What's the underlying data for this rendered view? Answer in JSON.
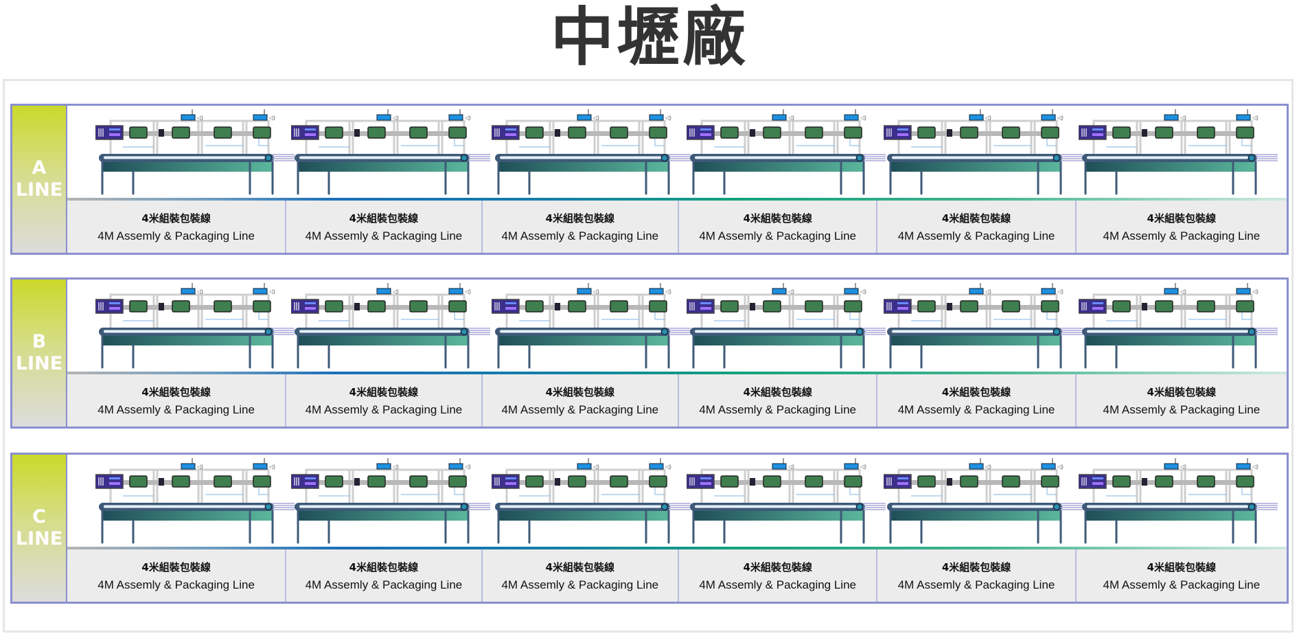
{
  "title": "中壢廠",
  "colors": {
    "panel_border": "#8a8fcf",
    "label_top": "#cbd92a",
    "cell_bg": "#ececec"
  },
  "lines": [
    {
      "letter": "A",
      "word": "LINE",
      "cells": [
        {
          "zh": "4米組裝包裝線",
          "en": "4M Assemly & Packaging Line"
        },
        {
          "zh": "4米組裝包裝線",
          "en": "4M Assemly & Packaging Line"
        },
        {
          "zh": "4米組裝包裝線",
          "en": "4M Assemly & Packaging Line"
        },
        {
          "zh": "4米組裝包裝線",
          "en": "4M Assemly & Packaging Line"
        },
        {
          "zh": "4米組裝包裝線",
          "en": "4M Assemly & Packaging Line"
        },
        {
          "zh": "4米組裝包裝線",
          "en": "4M Assemly & Packaging Line"
        }
      ]
    },
    {
      "letter": "B",
      "word": "LINE",
      "cells": [
        {
          "zh": "4米組裝包裝線",
          "en": "4M Assemly & Packaging Line"
        },
        {
          "zh": "4米組裝包裝線",
          "en": "4M Assemly & Packaging Line"
        },
        {
          "zh": "4米組裝包裝線",
          "en": "4M Assemly & Packaging Line"
        },
        {
          "zh": "4米組裝包裝線",
          "en": "4M Assemly & Packaging Line"
        },
        {
          "zh": "4米組裝包裝線",
          "en": "4M Assemly & Packaging Line"
        },
        {
          "zh": "4米組裝包裝線",
          "en": "4M Assemly & Packaging Line"
        }
      ]
    },
    {
      "letter": "C",
      "word": "LINE",
      "cells": [
        {
          "zh": "4米組裝包裝線",
          "en": "4M Assemly & Packaging Line"
        },
        {
          "zh": "4米組裝包裝線",
          "en": "4M Assemly & Packaging Line"
        },
        {
          "zh": "4米組裝包裝線",
          "en": "4M Assemly & Packaging Line"
        },
        {
          "zh": "4米組裝包裝線",
          "en": "4M Assemly & Packaging Line"
        },
        {
          "zh": "4米組裝包裝線",
          "en": "4M Assemly & Packaging Line"
        },
        {
          "zh": "4米組裝包裝線",
          "en": "4M Assemly & Packaging Line"
        }
      ]
    }
  ]
}
